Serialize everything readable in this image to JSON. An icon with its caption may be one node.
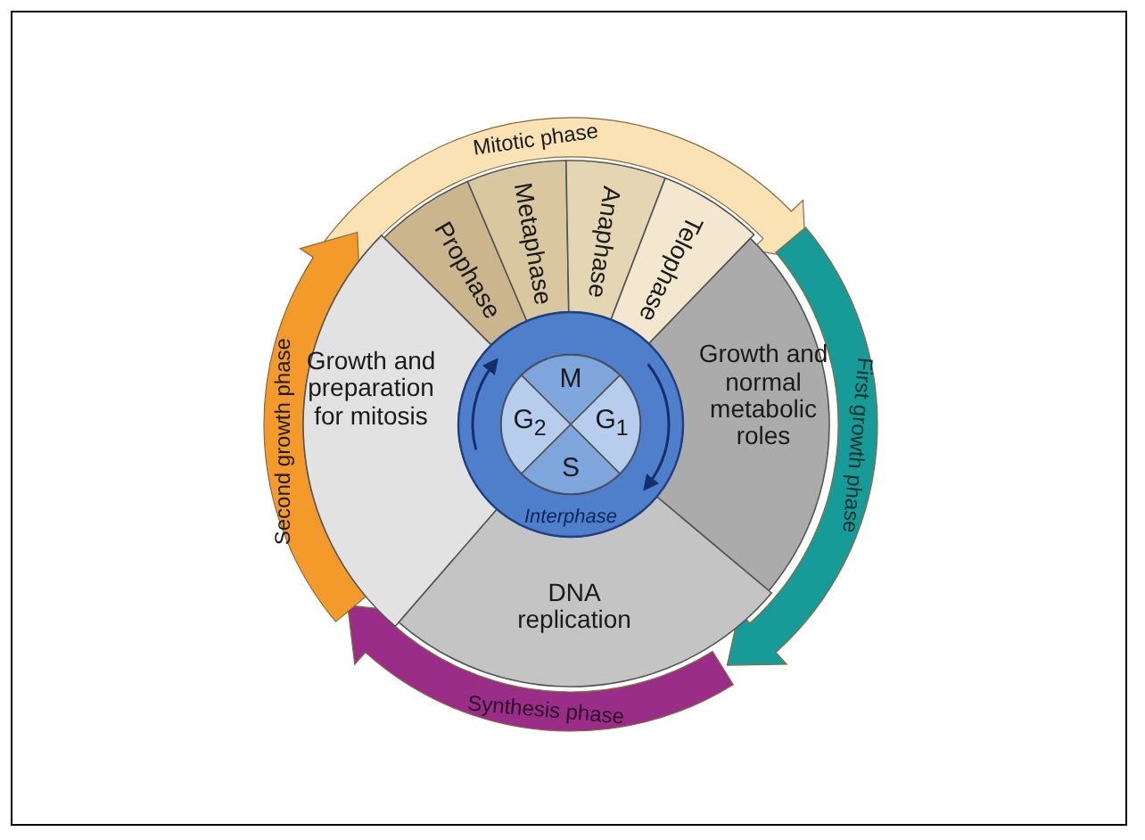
{
  "diagram": {
    "nodes": [
      {
        "text": [
          "Prophase"
        ]
      },
      {
        "text": [
          "Metaphase"
        ]
      },
      {
        "text": [
          "Anaphase"
        ]
      },
      {
        "text": [
          "Telophase"
        ]
      },
      {
        "text": [
          "Growth and preparation for mitosis"
        ]
      },
      {
        "text": [
          "Growth and normal metabolic roles"
        ]
      },
      {
        "text": [
          "DNA replication"
        ]
      },
      {
        "text": [
          "M"
        ]
      },
      {
        "text": [
          "G$_{2}$"
        ]
      },
      {
        "text": [
          "G$_{1}$"
        ]
      },
      {
        "text": [
          "S"
        ]
      }
    ],
    "labels": [
      "Mitotic phase",
      "First growth phase",
      "Synthesis phase",
      "Second growth phase",
      "Interphase"
    ]
  }
}
